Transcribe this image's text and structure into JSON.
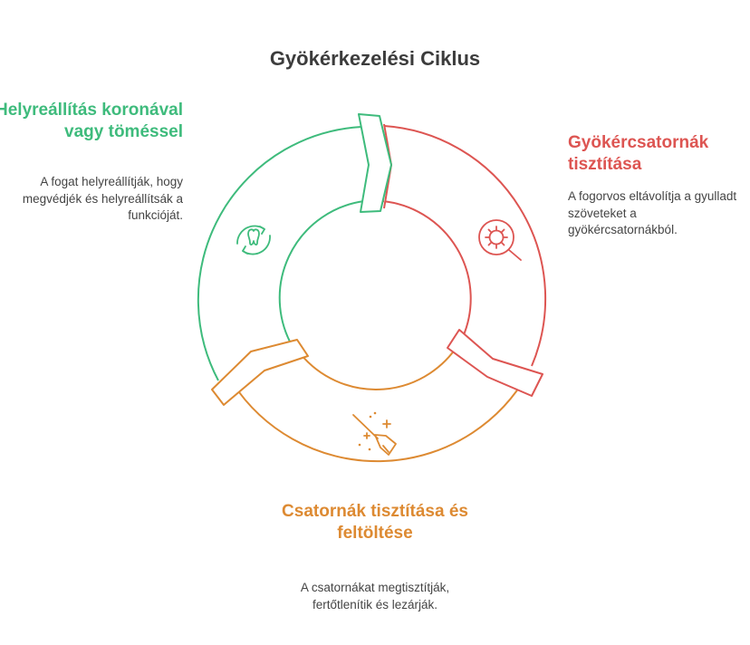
{
  "title": "Gyökérkezelési Ciklus",
  "colors": {
    "green": "#3ebb7c",
    "red": "#dd5552",
    "orange": "#dd8a32",
    "text": "#444444"
  },
  "steps": {
    "root_canal": {
      "heading": "Gyökércsatornák tisztítása",
      "description": "A fogorvos eltávolítja a gyulladt szöveteket a gyökércsatornákból.",
      "icon": "virus-magnifier-icon"
    },
    "canal_filling": {
      "heading": "Csatornák tisztítása és feltöltése",
      "description": "A csatornákat megtisztítják, fertőtlenítik és lezárják.",
      "icon": "broom-sparkle-icon"
    },
    "restoration": {
      "heading": "Helyreállítás koronával vagy töméssel",
      "description": "A fogat helyreállítják, hogy megvédjék és helyreállítsák a funkcióját.",
      "icon": "tooth-cycle-icon"
    }
  }
}
